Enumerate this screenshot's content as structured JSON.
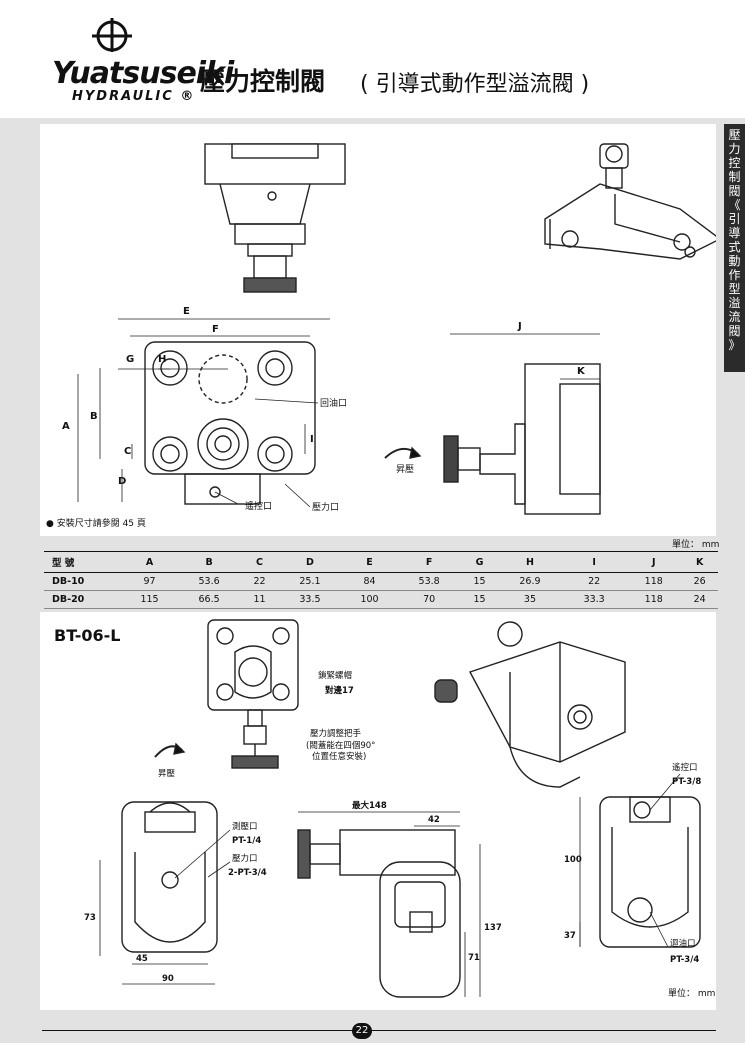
{
  "header": {
    "brand_name": "Yuatsuseiki",
    "brand_sub": "HYDRAULIC ®",
    "title": "壓力控制閥",
    "subtitle": "( 引導式動作型溢流閥 )"
  },
  "sidetab": {
    "chars": [
      "壓",
      "力",
      "控",
      "制",
      "閥",
      "《",
      "引",
      "導",
      "式",
      "動",
      "作",
      "型",
      "溢",
      "流",
      "閥",
      "》"
    ]
  },
  "drawing1": {
    "dims": {
      "E": "E",
      "F": "F",
      "G": "G",
      "H": "H",
      "A": "A",
      "B": "B",
      "C": "C",
      "D": "D",
      "I": "I",
      "J": "J",
      "K": "K"
    },
    "return_port": "回油口",
    "remote_port": "遙控口",
    "pressure_port": "壓力口",
    "raise_pressure": "昇壓",
    "install_note": "● 安裝尺寸請參閱 45 頁"
  },
  "spec_table": {
    "unit": "單位：  mm",
    "headers": [
      "型  號",
      "A",
      "B",
      "C",
      "D",
      "E",
      "F",
      "G",
      "H",
      "I",
      "J",
      "K"
    ],
    "rows": [
      [
        "DB-10",
        "97",
        "53.6",
        "22",
        "25.1",
        "84",
        "53.8",
        "15",
        "26.9",
        "22",
        "118",
        "26"
      ],
      [
        "DB-20",
        "115",
        "66.5",
        "11",
        "33.5",
        "100",
        "70",
        "15",
        "35",
        "33.3",
        "118",
        "24"
      ]
    ]
  },
  "drawing2": {
    "model": "BT-06-L",
    "lock_nut": "鎖緊螺帽",
    "across_flats": "對邊17",
    "adjust_handle": "壓力調整把手",
    "handle_note1": "(閥蓋能在四個90°",
    "handle_note2": "位置任意安裝)",
    "raise_pressure": "昇壓",
    "gauge_port": "測壓口",
    "gauge_thread": "PT-1/4",
    "pressure_port": "壓力口",
    "pressure_thread": "2-PT-3/4",
    "remote_port": "遙控口",
    "remote_thread": "PT-3/8",
    "return_port": "迴油口",
    "return_thread": "PT-3/4",
    "dims": {
      "d73": "73",
      "d45": "45",
      "d90": "90",
      "max148": "最大148",
      "d42": "42",
      "d71": "71",
      "d137": "137",
      "d100": "100",
      "d37": "37"
    },
    "unit": "單位：  mm"
  },
  "footer": {
    "page": "22"
  }
}
